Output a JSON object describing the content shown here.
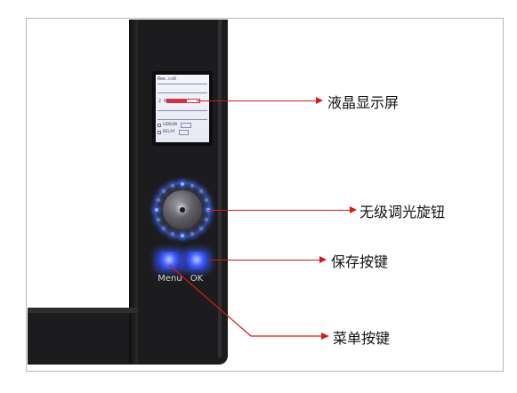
{
  "lcd": {
    "header": "Ree.cs6",
    "slider_label": "2 0",
    "brightness_level": 0.6,
    "sensor_label": "SENSOR",
    "delay_label": "DELAY"
  },
  "buttons": {
    "menu_label": "Menu",
    "ok_label": "OK"
  },
  "callouts": {
    "lcd_screen": "液晶显示屏",
    "dimming_knob": "无级调光旋钮",
    "save_button": "保存按键",
    "menu_button": "菜单按键"
  },
  "colors": {
    "callout_line": "#d01c1c",
    "led_glow": "#3b6cff",
    "frame": "#1c1c1e"
  }
}
